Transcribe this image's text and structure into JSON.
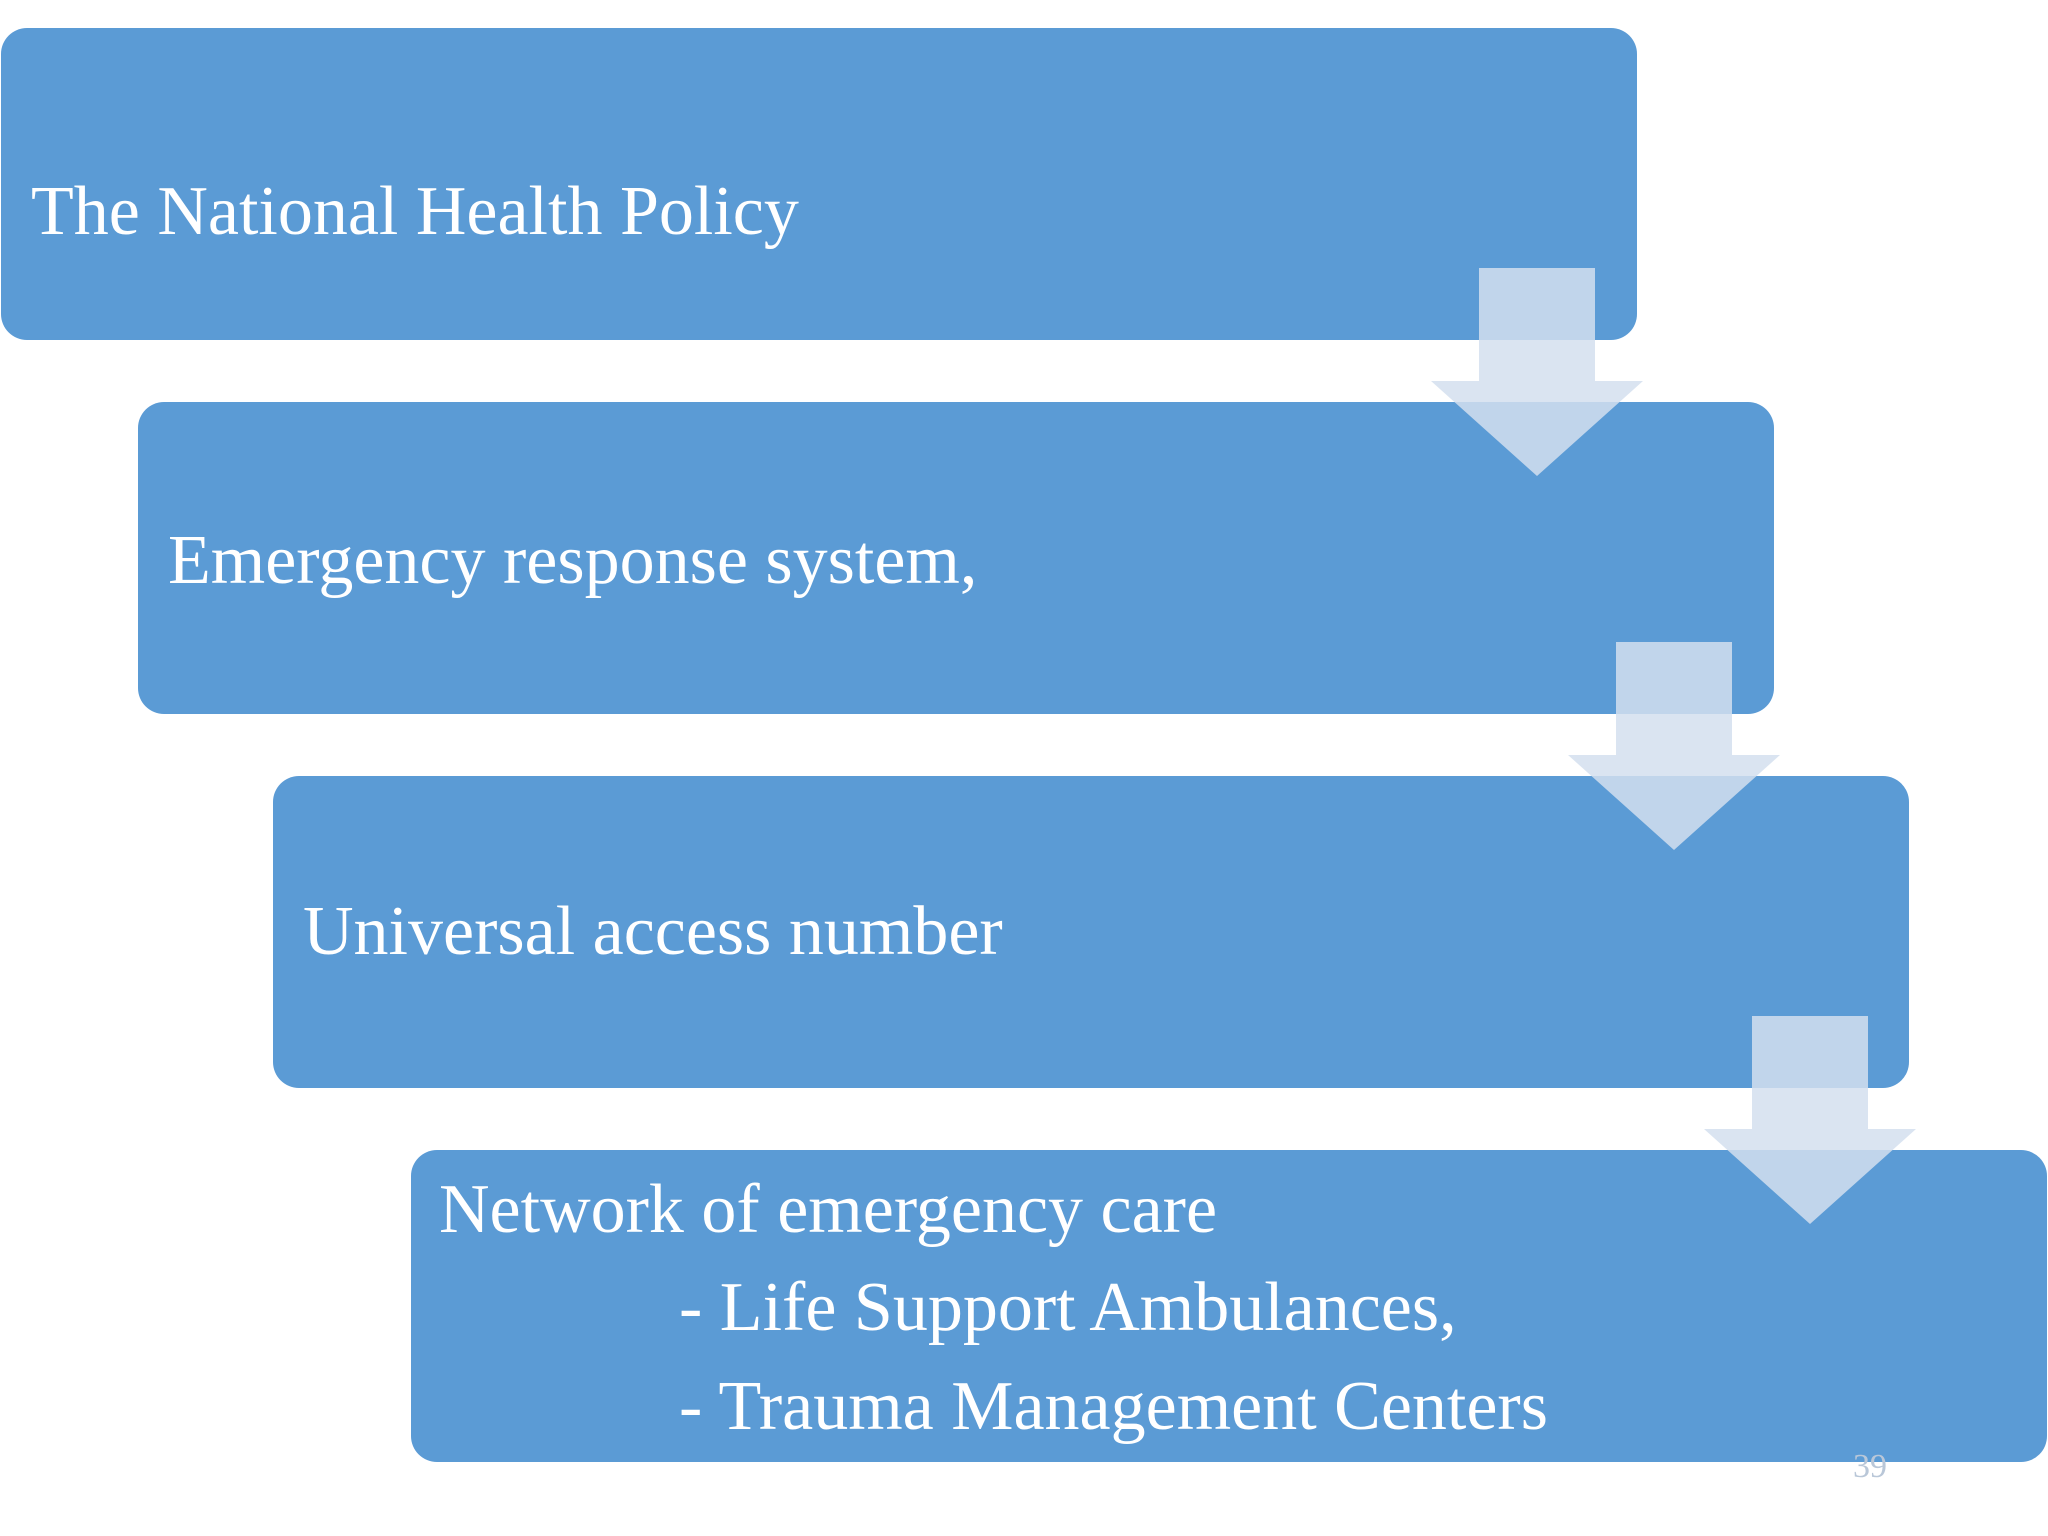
{
  "colors": {
    "box": "#5b9bd5",
    "arrow": "#d3dfee",
    "background": "#ffffff",
    "text": "#ffffff"
  },
  "steps": [
    {
      "label": "The National Health Policy"
    },
    {
      "label": "Emergency response system,"
    },
    {
      "label": "Universal access number"
    },
    {
      "label": "Network of emergency care",
      "items": [
        "- Life Support Ambulances,",
        "- Trauma Management Centers"
      ]
    }
  ],
  "arrows": [
    "down-arrow-icon",
    "down-arrow-icon",
    "down-arrow-icon"
  ],
  "page_number": "39"
}
